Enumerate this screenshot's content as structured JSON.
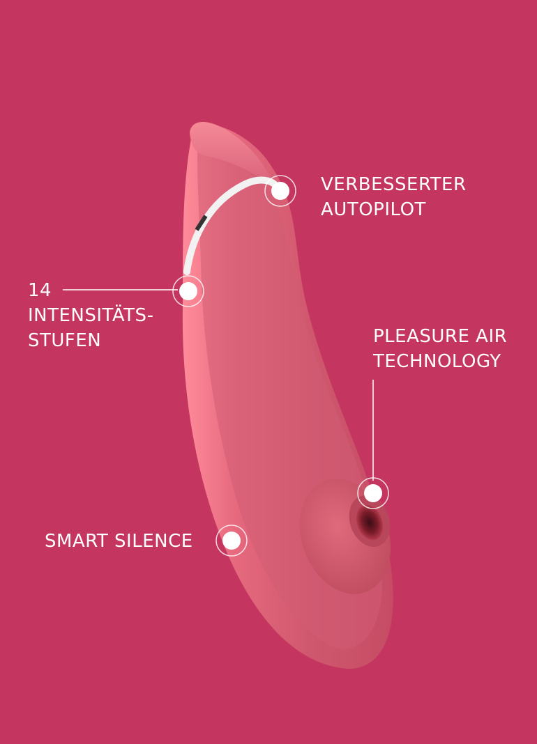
{
  "colors": {
    "background": "#c43660",
    "product": "#d95a75",
    "marker": "#ffffff"
  },
  "product": {
    "name": "device-illustration"
  },
  "features": {
    "autopilot": [
      "VERBESSERTER",
      "AUTOPILOT"
    ],
    "intensity": [
      "14",
      "INTENSITÄTS-",
      "STUFEN"
    ],
    "air": [
      "PLEASURE AIR",
      "TECHNOLOGY"
    ],
    "silence": [
      "SMART SILENCE"
    ]
  }
}
